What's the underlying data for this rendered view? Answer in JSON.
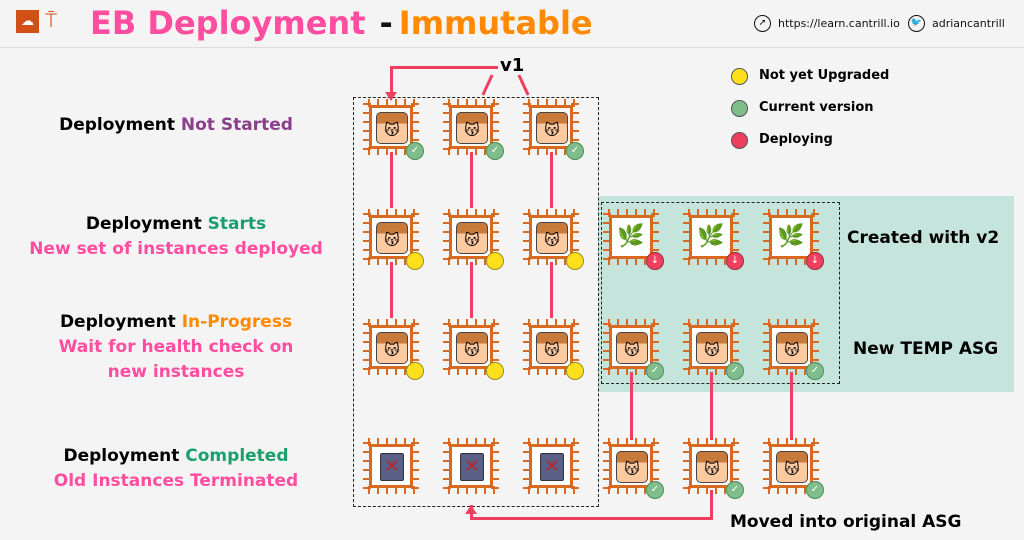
{
  "header": {
    "title_main": "EB Deployment",
    "dash": "-",
    "title_sub": "Immutable",
    "link": "https://learn.cantrill.io",
    "twitter": "adriancantrill"
  },
  "version_label": "v1",
  "legend": [
    {
      "label": "Not yet Upgraded",
      "color": "#ffe01a"
    },
    {
      "label": "Current version",
      "color": "#7fbe8a"
    },
    {
      "label": "Deploying",
      "color": "#ef3f5f"
    }
  ],
  "stages": [
    {
      "word": "Deployment",
      "status": "Not Started",
      "note": []
    },
    {
      "word": "Deployment",
      "status": "Starts",
      "note": [
        "New set of instances deployed"
      ]
    },
    {
      "word": "Deployment",
      "status": "In-Progress",
      "note": [
        "Wait for health check on",
        "new instances"
      ]
    },
    {
      "word": "Deployment",
      "status": "Completed",
      "note": [
        "Old Instances Terminated"
      ]
    }
  ],
  "right_labels": {
    "created": "Created with v2",
    "temp": "New TEMP ASG",
    "moved": "Moved into original ASG"
  },
  "instances": {
    "original_asg": [
      [
        "app",
        "green"
      ],
      [
        "app",
        "yellow"
      ],
      [
        "app",
        "yellow"
      ],
      [
        "terminated",
        null
      ]
    ],
    "temp_asg": [
      [
        "v2-deploying",
        "red"
      ],
      [
        "app",
        "green"
      ]
    ],
    "final": [
      [
        "app",
        "green"
      ]
    ]
  }
}
